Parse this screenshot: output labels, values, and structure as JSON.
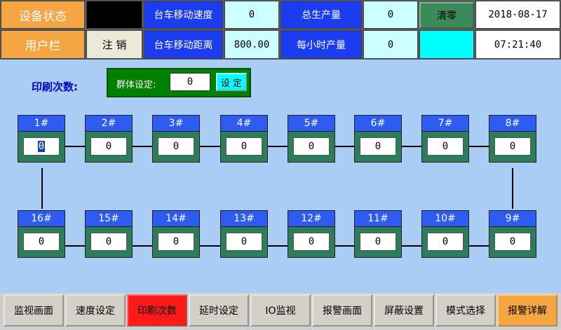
{
  "header": {
    "device_status": "设备状态",
    "user_bar": "用户栏",
    "logout": "注 销",
    "cart_speed_label": "台车移动速度",
    "cart_speed_value": "0",
    "cart_distance_label": "台车移动距离",
    "cart_distance_value": "800.00",
    "total_output_label": "总生产量",
    "total_output_value": "0",
    "hourly_output_label": "每小时产量",
    "hourly_output_value": "0",
    "clear_button": "清零",
    "date": "2018-08-17",
    "time": "07:21:40"
  },
  "print_count_label": "印刷次数:",
  "group_setting": {
    "label": "群体设定:",
    "value": "0",
    "button": "设 定"
  },
  "stations_top": [
    {
      "name": "1#",
      "value": "0"
    },
    {
      "name": "2#",
      "value": "0"
    },
    {
      "name": "3#",
      "value": "0"
    },
    {
      "name": "4#",
      "value": "0"
    },
    {
      "name": "5#",
      "value": "0"
    },
    {
      "name": "6#",
      "value": "0"
    },
    {
      "name": "7#",
      "value": "0"
    },
    {
      "name": "8#",
      "value": "0"
    }
  ],
  "stations_bottom": [
    {
      "name": "16#",
      "value": "0"
    },
    {
      "name": "15#",
      "value": "0"
    },
    {
      "name": "14#",
      "value": "0"
    },
    {
      "name": "13#",
      "value": "0"
    },
    {
      "name": "12#",
      "value": "0"
    },
    {
      "name": "11#",
      "value": "0"
    },
    {
      "name": "10#",
      "value": "0"
    },
    {
      "name": "9#",
      "value": "0"
    }
  ],
  "nav": [
    "监视画面",
    "速度设定",
    "印刷次数",
    "延时设定",
    "IO监视",
    "报警画面",
    "屏蔽设置",
    "模式选择",
    "报警详解"
  ],
  "colors": {
    "accent_orange": "#f5a542",
    "header_blue": "#1c3cf0",
    "station_green": "#2e7d5a",
    "active_red": "#ff1a1a"
  }
}
